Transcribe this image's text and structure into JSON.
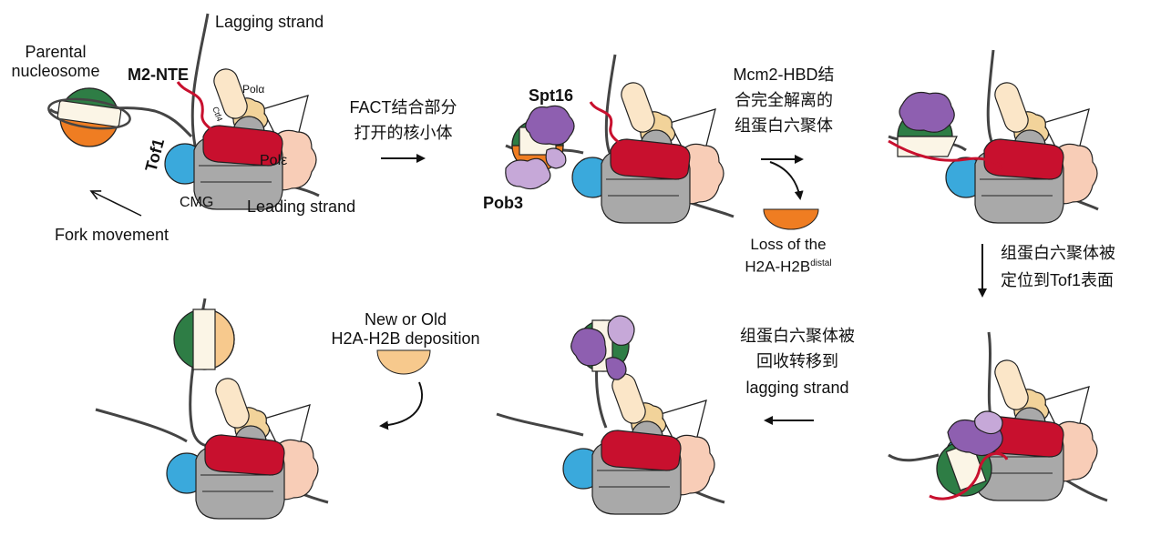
{
  "colors": {
    "green": "#2e7d45",
    "orange": "#ef7d22",
    "light_orange": "#f7c98d",
    "cream": "#fbf5e6",
    "red": "#c8102e",
    "gray": "#a9a9a9",
    "blue": "#3aa9dc",
    "peach": "#f8cdb7",
    "purple": "#8e5fb0",
    "light_purple": "#c6a8d8",
    "ctf4": "#fbe6c8",
    "tan": "#f2d39a"
  },
  "panel1": {
    "lagging": "Lagging strand",
    "parental_1": "Parental",
    "parental_2": "nucleosome",
    "m2nte": "M2-NTE",
    "pola": "Polα",
    "ctf4": "Ctf4",
    "tof1": "Tof1",
    "pole": "Polε",
    "cmg": "CMG",
    "leading": "Leading strand",
    "fork": "Fork movement"
  },
  "step1": {
    "line1": "FACT结合部分",
    "line2": "打开的核小体"
  },
  "panel2": {
    "spt16": "Spt16",
    "pob3": "Pob3"
  },
  "step2": {
    "line1": "Mcm2-HBD结",
    "line2": "合完全解离的",
    "line3": "组蛋白六聚体",
    "loss1": "Loss of the",
    "loss2_main": "H2A-H2B",
    "loss2_sup": "distal"
  },
  "step3": {
    "line1": "组蛋白六聚体被",
    "line2": "定位到Tof1表面"
  },
  "step4": {
    "line1": "组蛋白六聚体被",
    "line2": "回收转移到",
    "line3": "lagging strand"
  },
  "step5": {
    "line1": "New or Old",
    "line2": "H2A-H2B deposition"
  }
}
